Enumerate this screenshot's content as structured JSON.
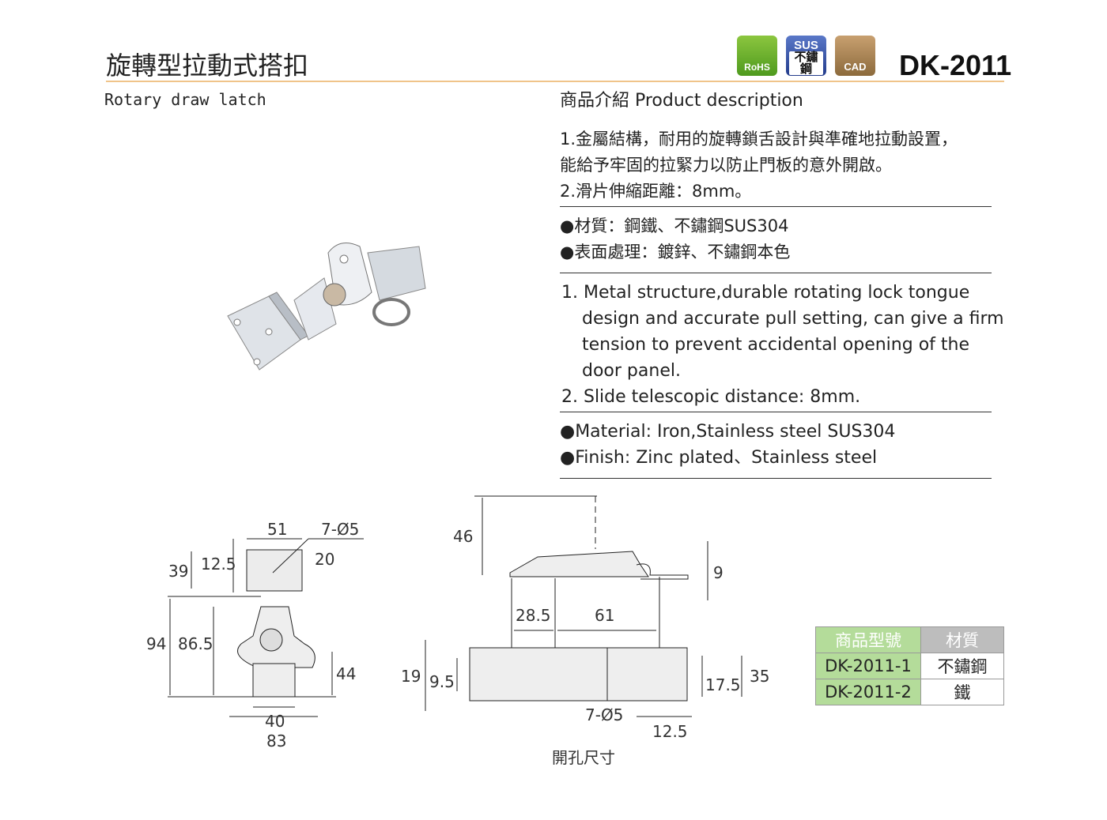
{
  "header": {
    "title_zh": "旋轉型拉動式搭扣",
    "title_en": "Rotary draw latch",
    "model": "DK-2011",
    "badges": {
      "rohs": "RoHS",
      "sus_top": "SUS",
      "sus_bottom": "不鏽鋼",
      "cad": "CAD"
    }
  },
  "description": {
    "heading": "商品介紹 Product description",
    "zh_points": [
      "1.金屬結構，耐用的旋轉鎖舌設計與準確地拉動設置，",
      "能給予牢固的拉緊力以防止門板的意外開啟。",
      "2.滑片伸縮距離：8mm。"
    ],
    "zh_specs": [
      "●材質：鋼鐵、不鏽鋼SUS304",
      "●表面處理：鍍鋅、不鏽鋼本色"
    ],
    "en_points": [
      "1. Metal structure,durable rotating lock tongue",
      "design and accurate pull setting, can give a firm",
      "tension to prevent accidental opening of the",
      "door panel.",
      "2. Slide telescopic distance: 8mm."
    ],
    "en_specs": [
      "●Material: Iron,Stainless steel SUS304",
      "●Finish: Zinc plated、Stainless steel"
    ]
  },
  "drawing1": {
    "d51": "51",
    "holes": "7-Ø5",
    "d20": "20",
    "d39": "39",
    "d12_5": "12.5",
    "d94": "94",
    "d86_5": "86.5",
    "d44": "44",
    "d40": "40",
    "d83": "83"
  },
  "drawing2": {
    "d46": "46",
    "d9": "9",
    "d28_5": "28.5",
    "d61": "61",
    "d19": "19",
    "d9_5": "9.5",
    "d17_5": "17.5",
    "d35": "35",
    "holes": "7-Ø5",
    "d12_5": "12.5",
    "caption": "開孔尺寸"
  },
  "table": {
    "headers": [
      "商品型號",
      "材質"
    ],
    "rows": [
      [
        "DK-2011-1",
        "不鏽鋼"
      ],
      [
        "DK-2011-2",
        "鐵"
      ]
    ]
  },
  "colors": {
    "accent_line": "#f0c48a",
    "model_cell": "#b4dc9a",
    "header_cell": "#bdbdbd"
  }
}
